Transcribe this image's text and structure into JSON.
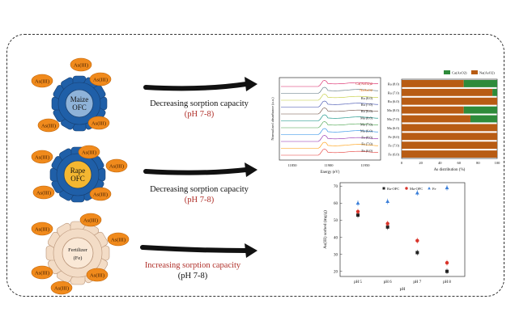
{
  "organisms": [
    {
      "name": "Maize",
      "sub": "OFC",
      "color": "#1f5fa8",
      "center": "#8fb3d9",
      "as_label": "As(III)"
    },
    {
      "name": "Rape",
      "sub": "OFC",
      "color": "#1f5fa8",
      "center": "#f4b731",
      "as_label": "As(III)"
    },
    {
      "name": "Fertilizer",
      "sub": "(Fe)",
      "color": "#f3dcc6",
      "center": "#fae8d6",
      "as_label": "As(III)"
    }
  ],
  "arrows": [
    {
      "line1": "Decreasing sorption capacity",
      "line2": "(pH 7-8)"
    },
    {
      "line1": "Decreasing sorption capacity",
      "line2": "(pH 7-8)"
    },
    {
      "line1": "Increasing sorption capacity",
      "line2": "(pH 7-8)"
    }
  ],
  "xanes": {
    "ylabel": "Normalized absorbance (a.u.)",
    "xlabel": "Energy (eV)",
    "ticks": [
      "11850",
      "11900",
      "11950"
    ],
    "ref_labels": [
      "Ca(AsO2)2",
      "NaAsO2"
    ],
    "labels": [
      "Ra (8.0)",
      "Ra (7.0)",
      "Ra (6.0)",
      "Ma (8.0)",
      "Ma (7.0)",
      "Ma (6.0)",
      "Fe (8.0)",
      "Fe (7.0)",
      "Fe (6.0)"
    ]
  },
  "chart_data": [
    {
      "type": "bar",
      "orientation": "horizontal",
      "stacked": true,
      "legend": [
        "Ca(AsO2)",
        "Na(AsO2)"
      ],
      "colors": [
        "#2e8b3a",
        "#b85c14"
      ],
      "categories": [
        "Ra (8.0)",
        "Ra (7.0)",
        "Ra (6.0)",
        "Ma (8.0)",
        "Ma (7.0)",
        "Ma (6.0)",
        "Fe (8.0)",
        "Fe (7.0)",
        "Fe (6.0)"
      ],
      "series": [
        {
          "name": "Na(AsO2)",
          "values": [
            65,
            95,
            100,
            65,
            72,
            100,
            100,
            100,
            100
          ]
        },
        {
          "name": "Ca(AsO2)",
          "values": [
            35,
            5,
            0,
            35,
            28,
            0,
            0,
            0,
            0
          ]
        }
      ],
      "xlabel": "As distribution (%)",
      "xticks": [
        "0",
        "20",
        "40",
        "60",
        "80",
        "100"
      ],
      "xlim": [
        0,
        100
      ]
    },
    {
      "type": "scatter",
      "legend": [
        "Ra-OFC",
        "Ma-OFC",
        "Fe"
      ],
      "colors": [
        "#222222",
        "#d9342b",
        "#3b7fd9"
      ],
      "categories": [
        "pH 5",
        "pH 6",
        "pH 7",
        "pH 8"
      ],
      "series": [
        {
          "name": "Ra-OFC",
          "values": [
            53,
            46,
            31,
            20
          ]
        },
        {
          "name": "Ma-OFC",
          "values": [
            55,
            48,
            38,
            25
          ]
        },
        {
          "name": "Fe",
          "values": [
            60,
            61,
            66,
            69
          ]
        }
      ],
      "ylabel": "As(III) sorbed (mg/g)",
      "xlabel": "pH",
      "yticks": [
        "20",
        "30",
        "40",
        "50",
        "60",
        "70"
      ],
      "ylim": [
        17,
        72
      ]
    }
  ]
}
